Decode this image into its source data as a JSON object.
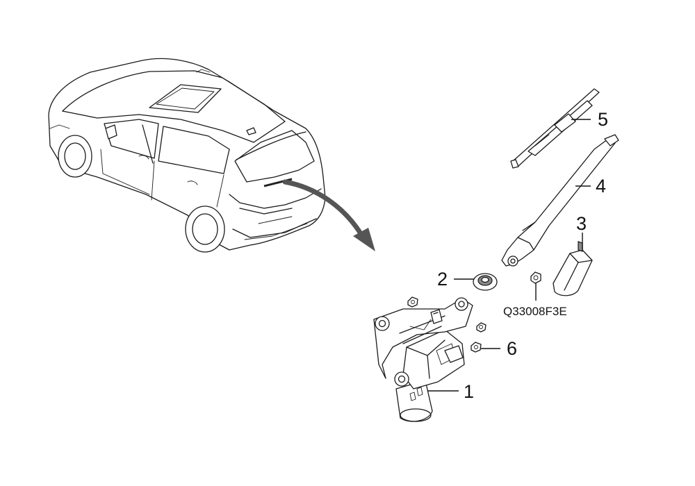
{
  "diagram": {
    "callouts": [
      {
        "id": "1",
        "label": "1"
      },
      {
        "id": "2",
        "label": "2"
      },
      {
        "id": "3",
        "label": "3"
      },
      {
        "id": "4",
        "label": "4"
      },
      {
        "id": "5",
        "label": "5"
      },
      {
        "id": "6",
        "label": "6"
      }
    ],
    "part_code": "Q33008F3E",
    "colors": {
      "line": "#1a1a1a",
      "arrow": "#555555",
      "background": "#ffffff"
    }
  }
}
